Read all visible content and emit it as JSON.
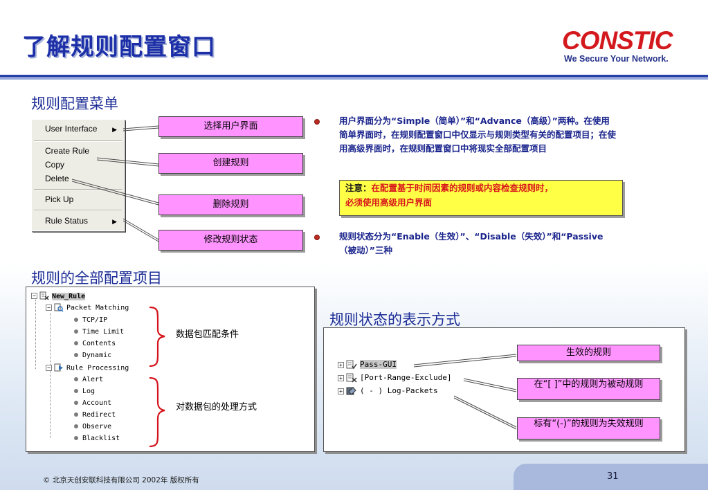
{
  "slide": {
    "title": "了解规则配置窗口",
    "page_number": "31",
    "copyright": "© 北京天创安联科技有限公司 2002年 版权所有"
  },
  "logo": {
    "name": "CONSTIC",
    "tagline": "We Secure Your Network.",
    "brand_color": "#d3191e"
  },
  "menu_section": {
    "heading": "规则配置菜单",
    "context_menu": [
      {
        "label": "User Interface",
        "submenu": true
      },
      {
        "label": "Create Rule",
        "submenu": false
      },
      {
        "label": "Copy",
        "submenu": false
      },
      {
        "label": "Delete",
        "submenu": false
      },
      {
        "label": "Pick Up",
        "submenu": false
      },
      {
        "label": "Rule Status",
        "submenu": true
      }
    ],
    "callouts": [
      "选择用户界面",
      "创建规则",
      "删除规则",
      "修改规则状态"
    ],
    "bullets": [
      "用户界面分为“Simple（简单）”和“Advance（高级）”两种。在使用简单界面时，在规则配置窗口中仅显示与规则类型有关的配置项目；在使用高级界面时，在规则配置窗口中将现实全部配置项目",
      "规则状态分为“Enable（生效）”、“Disable（失效）”和“Passive（被动）”三种"
    ],
    "note": {
      "prefix": "注意：",
      "text_line1": "在配置基于时间因素的规则或内容检查规则时，",
      "text_line2": "必须使用高级用户界面"
    }
  },
  "tree_section": {
    "heading": "规则的全部配置项目",
    "root": "New_Rule",
    "packet_matching": {
      "label": "Packet Matching",
      "children": [
        "TCP/IP",
        "Time Limit",
        "Contents",
        "Dynamic"
      ],
      "brace_label": "数据包匹配条件"
    },
    "rule_processing": {
      "label": "Rule Processing",
      "children": [
        "Alert",
        "Log",
        "Account",
        "Redirect",
        "Observe",
        "Blacklist"
      ],
      "brace_label": "对数据包的处理方式"
    }
  },
  "status_section": {
    "heading": "规则状态的表示方式",
    "rules": [
      "Pass-GUI",
      "[Port-Range-Exclude]",
      "( - ) Log-Packets"
    ],
    "callouts": [
      "生效的规则",
      "在“[ ]”中的规则为被动规则",
      "标有“(-)”的规则为失效规则"
    ]
  }
}
